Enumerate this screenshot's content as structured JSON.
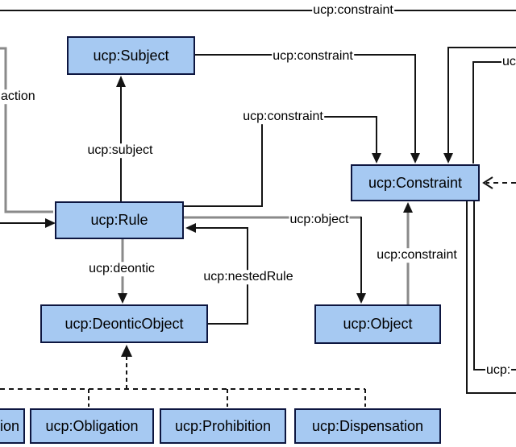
{
  "diagram": {
    "colors": {
      "node_fill": "#a6c9f2",
      "node_border": "#0d1640",
      "line_black": "#141414",
      "line_gray": "#8a8a8a",
      "label_color": "#000000",
      "background": "#ffffff"
    },
    "nodes": {
      "subject": {
        "label": "ucp:Subject"
      },
      "rule": {
        "label": "ucp:Rule"
      },
      "constraint": {
        "label": "ucp:Constraint"
      },
      "deontic_object": {
        "label": "ucp:DeonticObject"
      },
      "object": {
        "label": "ucp:Object"
      },
      "permission_partial": {
        "label": "ion"
      },
      "obligation": {
        "label": "ucp:Obligation"
      },
      "prohibition": {
        "label": "ucp:Prohibition"
      },
      "dispensation": {
        "label": "ucp:Dispensation"
      }
    },
    "edge_labels": {
      "top_constraint": "ucp:constraint",
      "subject_constraint": "ucp:constraint",
      "rule_constraint": "ucp:constraint",
      "action_partial": "action",
      "subject_edge": "ucp:subject",
      "deontic_edge": "ucp:deontic",
      "nested_rule_edge": "ucp:nestedRule",
      "object_edge": "ucp:object",
      "object_constraint": "ucp:constraint",
      "right_top_partial": "ucp",
      "right_bottom_partial": "ucp:"
    }
  }
}
